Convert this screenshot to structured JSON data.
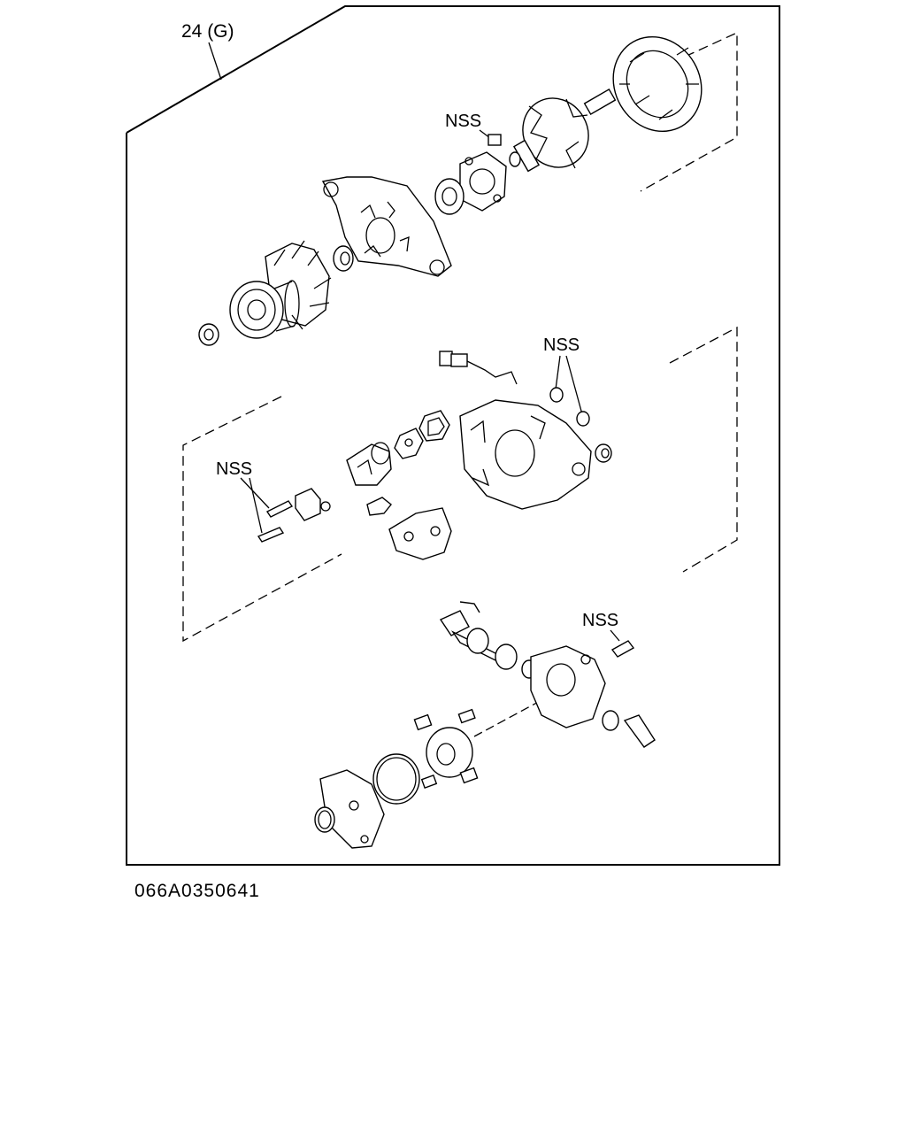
{
  "assembly_label": "24 (G)",
  "callouts": {
    "nss_top": "NSS",
    "nss_mid_right": "NSS",
    "nss_mid_left": "NSS",
    "nss_bottom": "NSS"
  },
  "figure_code": "066A0350641"
}
